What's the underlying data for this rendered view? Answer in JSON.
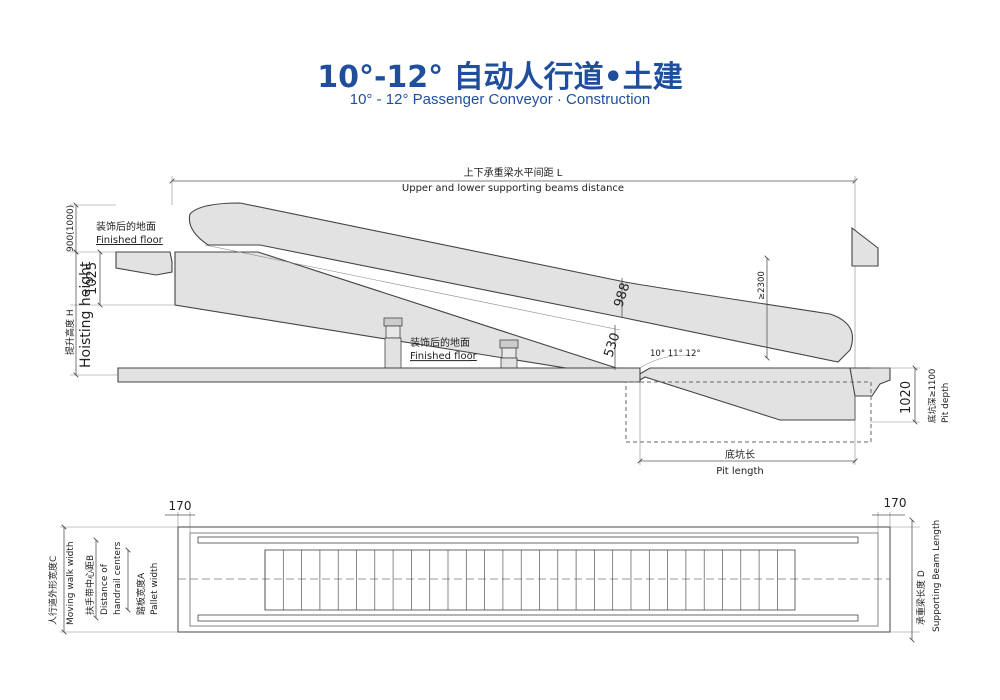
{
  "header": {
    "title_cn": "10°-12° 自动人行道•土建",
    "title_en": "10° - 12° Passenger Conveyor · Construction"
  },
  "side_view": {
    "span_label_cn": "上下承重梁水平间距 L",
    "span_label_en": "Upper and lower supporting beams distance",
    "floor_top_cn": "装饰后的地面",
    "floor_top_en": "Finished floor",
    "floor_mid_cn": "装饰后的地面",
    "floor_mid_en": "Finished floor",
    "dim_900": "900(1000)",
    "dim_1025": "1025",
    "hoisting_cn": "提升高度 H",
    "hoisting_en": "Hoisting height",
    "dim_988": "988",
    "dim_530": "530",
    "dim_2300": "≥2300",
    "angles": "10°  11°  12°",
    "dim_1020": "1020",
    "pit_depth_cn": "底坑深≥1100",
    "pit_depth_en": "Pit depth",
    "pit_length_cn": "底坑长",
    "pit_length_en": "Pit length"
  },
  "plan_view": {
    "dim_left": "170",
    "dim_right": "170",
    "width_c_cn": "人行道外形宽度C",
    "width_c_en": "Moving walk width",
    "handrail_b_cn": "扶手带中心距B",
    "handrail_b_en1": "Distance of",
    "handrail_b_en2": "handrail centers",
    "pallet_a_cn": "踏板宽度A",
    "pallet_a_en": "Pallet width",
    "beam_d_cn": "承重梁长度 D",
    "beam_d_en": "Supporting Beam Length"
  }
}
